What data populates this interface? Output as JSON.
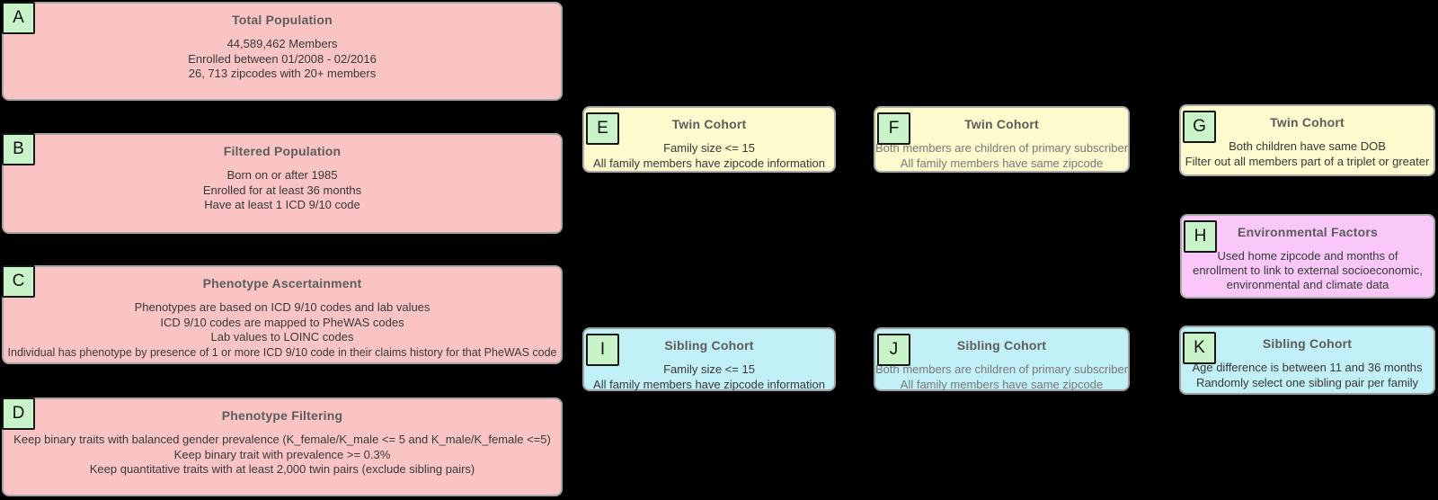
{
  "canvas_background": "#000000",
  "colors": {
    "pink": {
      "bg": "#fbc4c4",
      "border": "#a6a6a6"
    },
    "yellow": {
      "bg": "#fdfacd",
      "border": "#ababab"
    },
    "cyan": {
      "bg": "#c2f0f7",
      "border": "#a0a0a0"
    },
    "magenta": {
      "bg": "#f9c8f9",
      "border": "#a9a9a9"
    },
    "label_bg": "#c9f3c9",
    "label_border": "#161616",
    "title_text": "#5c5c5c",
    "body_text": "#383838",
    "muted_text": "#787878"
  },
  "boxes": [
    {
      "id": "A",
      "label": "A",
      "type": "pink",
      "title": "Total Population",
      "lines": [
        "44,589,462 Members",
        "Enrolled between 01/2008 - 02/2016",
        "26, 713 zipcodes with 20+ members"
      ]
    },
    {
      "id": "B",
      "label": "B",
      "type": "pink",
      "title": "Filtered Population",
      "lines": [
        "Born on or after 1985",
        "Enrolled for at least 36 months",
        "Have at least 1 ICD 9/10 code"
      ]
    },
    {
      "id": "C",
      "label": "C",
      "type": "pink",
      "title": "Phenotype Ascertainment",
      "lines": [
        "Phenotypes are based on ICD 9/10 codes and lab values",
        "ICD 9/10 codes are mapped to PheWAS codes",
        "Lab values to LOINC codes",
        "Individual has phenotype by presence of 1 or more ICD 9/10 code in their claims history for that PheWAS code"
      ]
    },
    {
      "id": "D",
      "label": "D",
      "type": "pink",
      "title": "Phenotype Filtering",
      "lines": [
        "Keep binary traits with balanced gender prevalence (K_female/K_male <= 5 and K_male/K_female <=5)",
        "Keep binary trait with prevalence >= 0.3%",
        "Keep quantitative traits with at least 2,000 twin pairs (exclude sibling pairs)"
      ]
    },
    {
      "id": "E",
      "label": "E",
      "type": "yellow",
      "title": "Twin Cohort",
      "lines": [
        "Family size <= 15",
        "All family members have zipcode information"
      ]
    },
    {
      "id": "F",
      "label": "F",
      "type": "yellow",
      "muted": true,
      "title": "Twin Cohort",
      "lines": [
        "Both members are children of primary subscriber",
        "All family members have same zipcode"
      ]
    },
    {
      "id": "G",
      "label": "G",
      "type": "yellow",
      "title": "Twin Cohort",
      "lines": [
        "Both children have same DOB",
        "Filter out all members part of a triplet or greater"
      ]
    },
    {
      "id": "H",
      "label": "H",
      "type": "magenta",
      "title": "Environmental Factors",
      "lines": [
        "Used home zipcode and months of enrollment to link to external socioeconomic, environmental and climate data"
      ]
    },
    {
      "id": "I",
      "label": "I",
      "type": "cyan",
      "title": "Sibling Cohort",
      "lines": [
        "Family size <= 15",
        "All family members have zipcode information"
      ]
    },
    {
      "id": "J",
      "label": "J",
      "type": "cyan",
      "muted": true,
      "title": "Sibling Cohort",
      "lines": [
        "Both members are children of primary subscriber",
        "All family members have same zipcode"
      ]
    },
    {
      "id": "K",
      "label": "K",
      "type": "cyan",
      "title": "Sibling Cohort",
      "lines": [
        "Age difference is between 11 and 36 months",
        "Randomly select one sibling pair per family"
      ]
    }
  ]
}
